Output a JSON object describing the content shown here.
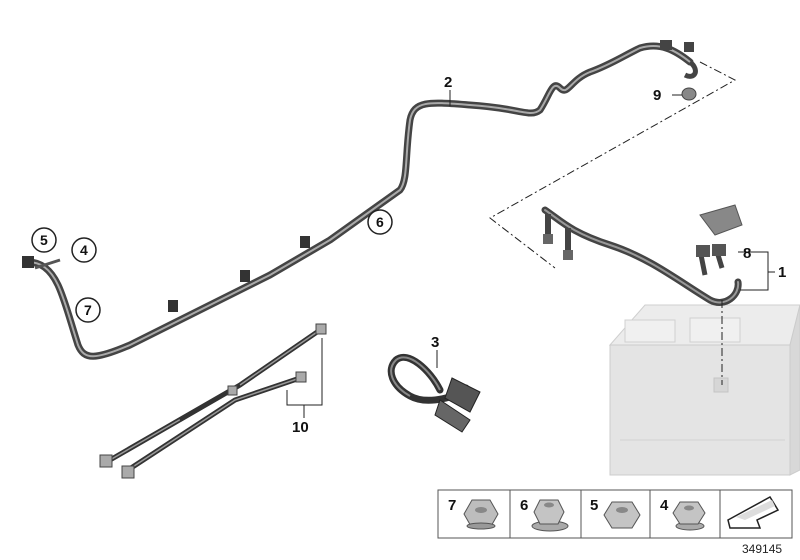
{
  "diagram": {
    "callouts": {
      "c1": "1",
      "c2": "2",
      "c3": "3",
      "c8": "8",
      "c9": "9",
      "c10": "10"
    },
    "circled_callouts": {
      "c4": "4",
      "c5": "5",
      "c6": "6",
      "c7": "7"
    },
    "legend": {
      "items": [
        {
          "label": "7"
        },
        {
          "label": "6"
        },
        {
          "label": "5"
        },
        {
          "label": "4"
        }
      ],
      "direction_icon": "arrow-icon"
    },
    "document_number": "349145",
    "colors": {
      "cable": "#555555",
      "cable_highlight": "#9a9a9a",
      "battery": "#e2e2e2",
      "line": "#222222"
    }
  }
}
